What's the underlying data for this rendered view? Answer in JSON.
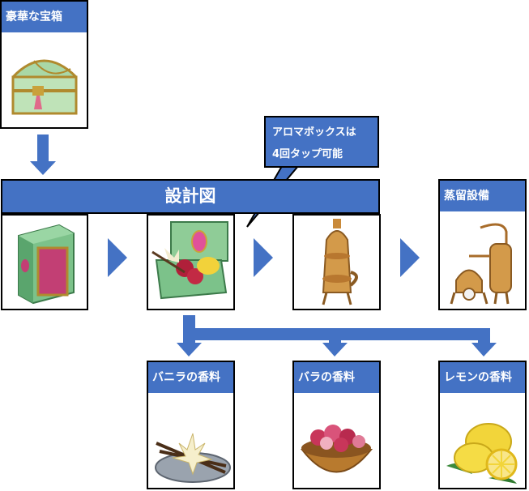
{
  "treasure_chest": {
    "label": "豪華な宝箱"
  },
  "blueprint_banner": {
    "label": "設計図"
  },
  "callout": {
    "line1": "アロマボックスは",
    "line2": "4回タップ可能"
  },
  "distillation": {
    "label": "蒸留設備"
  },
  "outputs": [
    {
      "label": "バニラの香料"
    },
    {
      "label": "バラの香料"
    },
    {
      "label": "レモンの香料"
    }
  ],
  "colors": {
    "accent": "#4472c4",
    "border": "#000000"
  }
}
